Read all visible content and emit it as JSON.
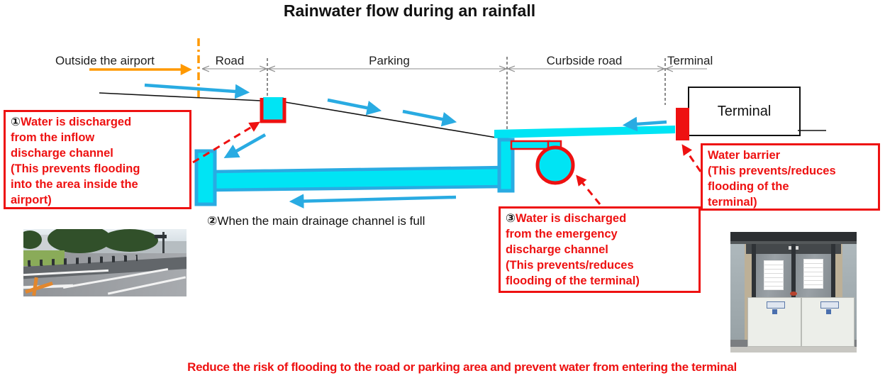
{
  "header": {
    "title": "Rainwater flow during an rainfall"
  },
  "zones": {
    "outside_label": "Outside the airport",
    "items": [
      {
        "label": "Road"
      },
      {
        "label": "Parking"
      },
      {
        "label": "Curbside road"
      },
      {
        "label": "Terminal"
      }
    ]
  },
  "terminal_box": {
    "label": "Terminal"
  },
  "callouts": {
    "inflow": {
      "number": "①",
      "text": "Water is discharged\nfrom the inflow\ndischarge channel\n(This prevents flooding\ninto the area inside the\nairport)"
    },
    "main_channel": {
      "number": "②",
      "text": "When the main drainage channel is full"
    },
    "emergency": {
      "number": "③",
      "text": "Water is discharged\nfrom the emergency\ndischarge channel\n(This prevents/reduces\nflooding of the terminal)"
    },
    "water_barrier": {
      "text": "Water barrier\n(This prevents/reduces\nflooding of the\nterminal)"
    }
  },
  "footer": {
    "text": "Reduce the risk of flooding to the road or parking area and prevent water from entering the terminal"
  },
  "colors": {
    "red": "#ee1111",
    "cyan_fill": "#00e4f4",
    "blue_flow": "#29abe2",
    "orange": "#ff9900",
    "dimension_gray": "#8c8c8c"
  }
}
